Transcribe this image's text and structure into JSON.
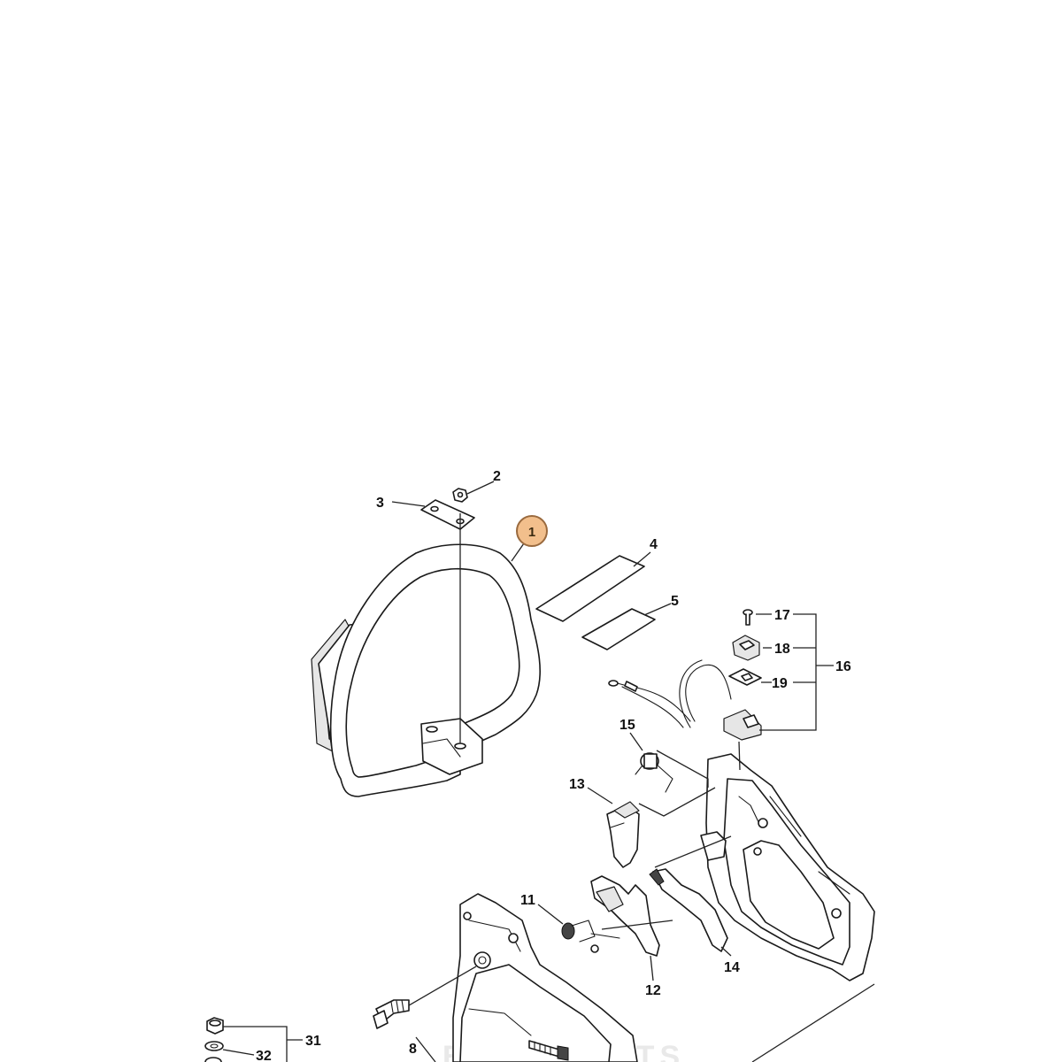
{
  "diagram": {
    "highlight_color": "#f2bf8c",
    "highlighted_part": "1",
    "watermark": "EASY PARTS",
    "callouts": {
      "c1": "1",
      "c2": "2",
      "c3": "3",
      "c4": "4",
      "c5": "5",
      "c8": "8",
      "c11": "11",
      "c12": "12",
      "c13": "13",
      "c14": "14",
      "c15": "15",
      "c16": "16",
      "c17": "17",
      "c18": "18",
      "c19": "19",
      "c31": "31",
      "c32": "32"
    }
  }
}
